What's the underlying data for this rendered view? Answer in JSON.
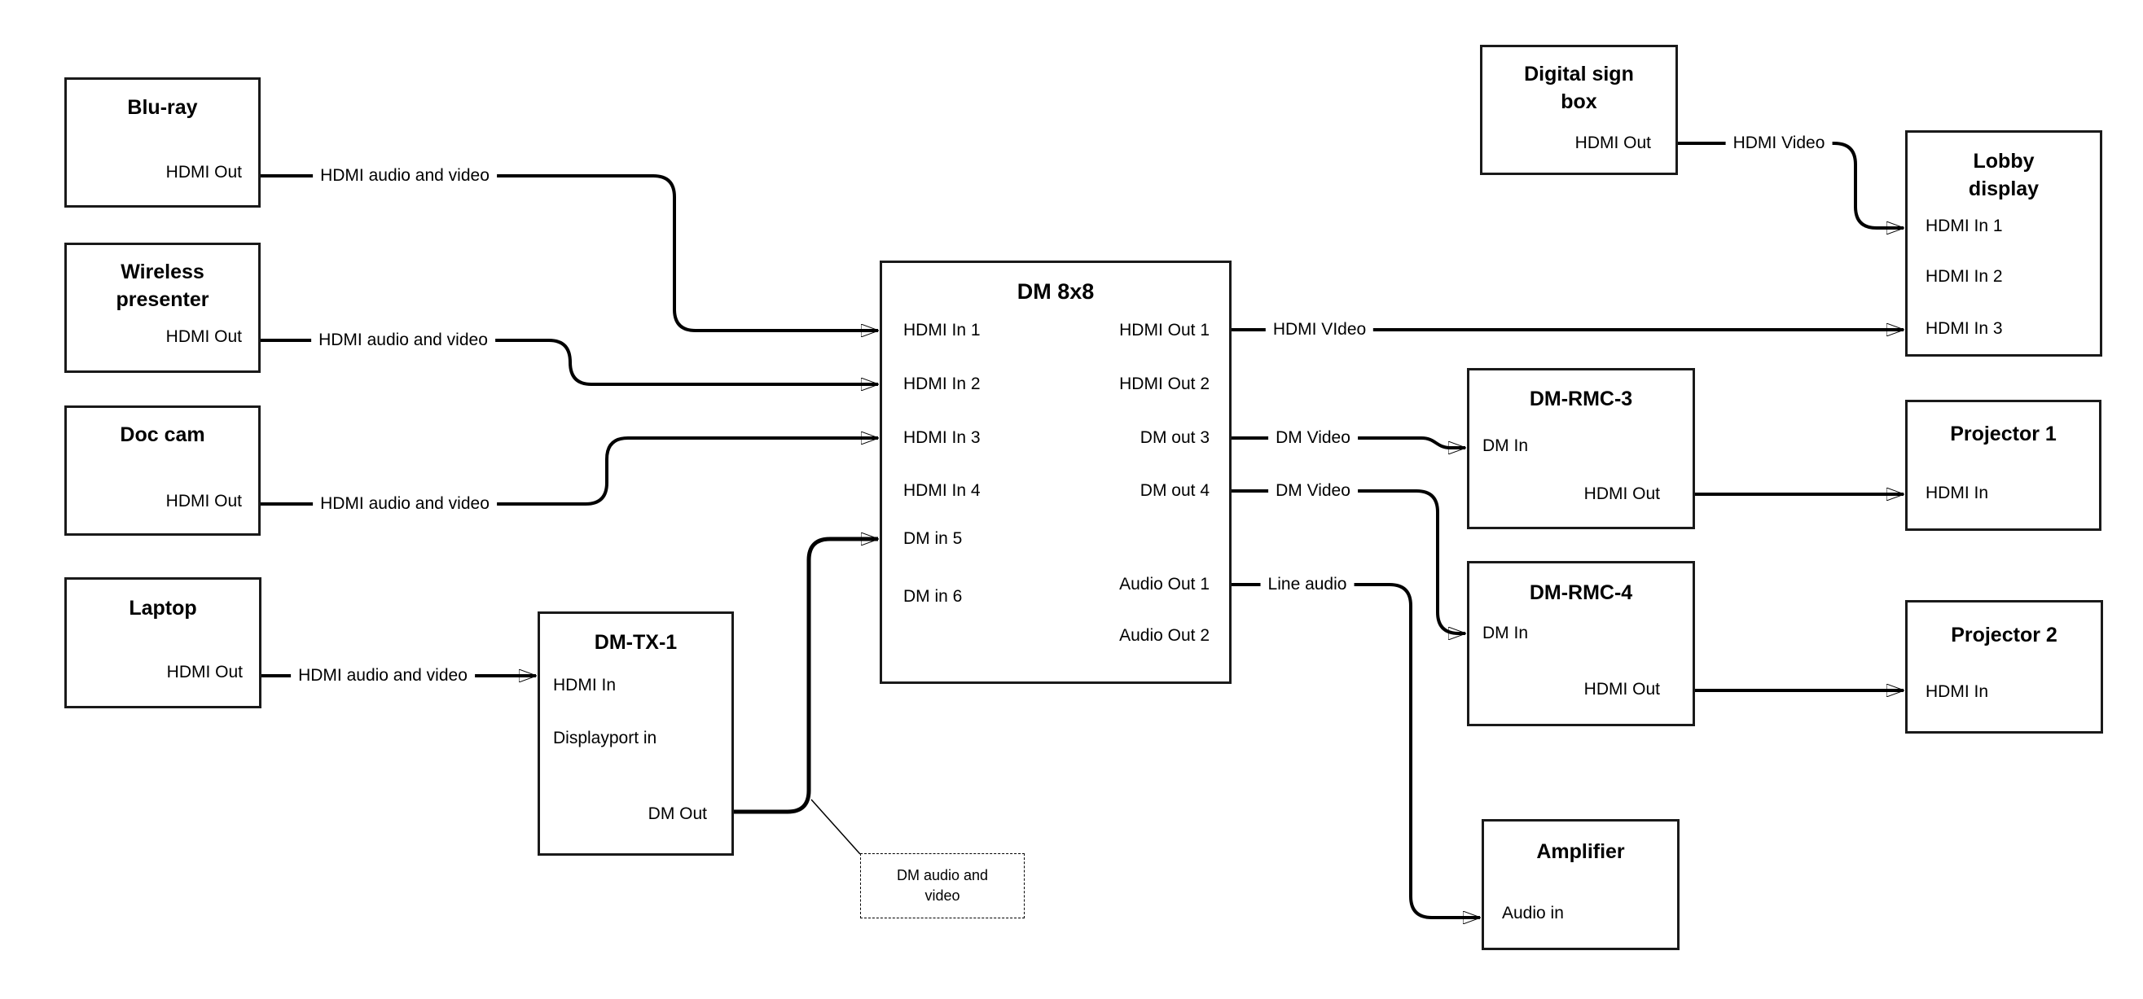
{
  "diagram": {
    "background": "#ffffff",
    "stroke_color": "#000000",
    "nodes": [
      {
        "id": "blu-ray",
        "title": [
          "Blu-ray"
        ],
        "ports": [
          "HDMI Out"
        ]
      },
      {
        "id": "wireless-presenter",
        "title": [
          "Wireless",
          "presenter"
        ],
        "ports": [
          "HDMI Out"
        ]
      },
      {
        "id": "doc-cam",
        "title": [
          "Doc cam"
        ],
        "ports": [
          "HDMI Out"
        ]
      },
      {
        "id": "laptop",
        "title": [
          "Laptop"
        ],
        "ports": [
          "HDMI Out"
        ]
      },
      {
        "id": "dm-tx-1",
        "title": [
          "DM-TX-1"
        ],
        "ports": [
          "HDMI In",
          "Displayport in",
          "DM Out"
        ]
      },
      {
        "id": "dm-8x8",
        "title": [
          "DM 8x8"
        ],
        "ports": [
          "HDMI In 1",
          "HDMI In 2",
          "HDMI In 3",
          "HDMI In 4",
          "DM in 5",
          "DM in 6",
          "HDMI Out 1",
          "HDMI Out 2",
          "DM out 3",
          "DM out 4",
          "Audio Out 1",
          "Audio Out 2"
        ]
      },
      {
        "id": "digital-sign-box",
        "title": [
          "Digital sign",
          "box"
        ],
        "ports": [
          "HDMI Out"
        ]
      },
      {
        "id": "lobby-display",
        "title": [
          "Lobby",
          "display"
        ],
        "ports": [
          "HDMI In 1",
          "HDMI In 2",
          "HDMI In 3"
        ]
      },
      {
        "id": "dm-rmc-3",
        "title": [
          "DM-RMC-3"
        ],
        "ports": [
          "DM In",
          "HDMI Out"
        ]
      },
      {
        "id": "projector-1",
        "title": [
          "Projector 1"
        ],
        "ports": [
          "HDMI In"
        ]
      },
      {
        "id": "dm-rmc-4",
        "title": [
          "DM-RMC-4"
        ],
        "ports": [
          "DM In",
          "HDMI Out"
        ]
      },
      {
        "id": "projector-2",
        "title": [
          "Projector 2"
        ],
        "ports": [
          "HDMI In"
        ]
      },
      {
        "id": "amplifier",
        "title": [
          "Amplifier"
        ],
        "ports": [
          "Audio in"
        ]
      }
    ],
    "edge_labels": [
      "HDMI audio and video",
      "HDMI audio and video",
      "HDMI audio and video",
      "HDMI audio and video",
      "HDMI Video",
      "HDMI VIdeo",
      "DM Video",
      "DM Video",
      "Line audio"
    ],
    "note": "DM audio and video"
  }
}
